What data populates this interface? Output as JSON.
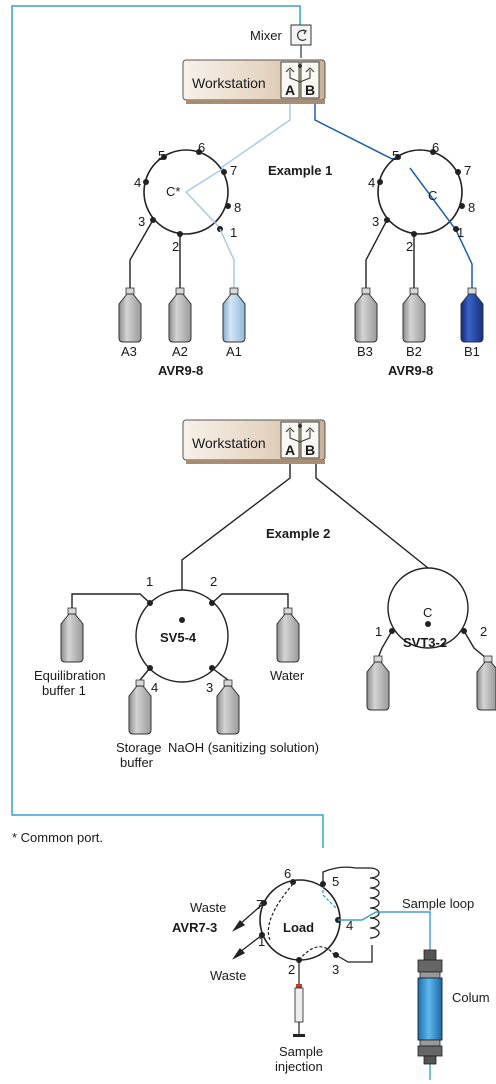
{
  "labels": {
    "mixer": "Mixer",
    "workstation": "Workstation",
    "channel_a": "A",
    "channel_b": "B",
    "example1": "Example 1",
    "example2": "Example 2",
    "common_port_mark": "C*",
    "common_port": "C",
    "footnote": "* Common port."
  },
  "valve1": {
    "name": "AVR9-8",
    "ports": [
      "1",
      "2",
      "3",
      "4",
      "5",
      "6",
      "7",
      "8"
    ],
    "bottles": [
      "A3",
      "A2",
      "A1"
    ]
  },
  "valve2": {
    "name": "AVR9-8",
    "ports": [
      "1",
      "2",
      "3",
      "4",
      "5",
      "6",
      "7",
      "8"
    ],
    "bottles": [
      "B3",
      "B2",
      "B1"
    ]
  },
  "sv54": {
    "name": "SV5-4",
    "ports": [
      "1",
      "2",
      "3",
      "4"
    ],
    "bottle_equilibration_1": "Equilibration",
    "bottle_equilibration_2": "buffer 1",
    "bottle_storage_1": "Storage",
    "bottle_storage_2": "buffer",
    "bottle_naoh": "NaOH (sanitizing solution)",
    "bottle_water": "Water"
  },
  "svt32": {
    "name": "SVT3-2",
    "ports": [
      "1",
      "2"
    ]
  },
  "avr73": {
    "name": "AVR7-3",
    "center": "Load",
    "ports": [
      "1",
      "2",
      "3",
      "4",
      "5",
      "6",
      "7"
    ],
    "waste_top": "Waste",
    "waste_bottom": "Waste",
    "sample_loop": "Sample loop",
    "column": "Colum",
    "sample_injection_1": "Sample",
    "sample_injection_2": "injection"
  },
  "colors": {
    "tube_a": "#a9cbe6",
    "tube_b": "#1f5fae",
    "system_line": "#3a9fd4",
    "line_dark": "#2a2a2a",
    "bottle_gray": "#b3b3b3",
    "bottle_light_blue": "#b8d6ee",
    "bottle_dark_blue": "#1a3c9a",
    "workstation_fill": "#e8d9c9",
    "column_blue": "#2a90d2"
  }
}
